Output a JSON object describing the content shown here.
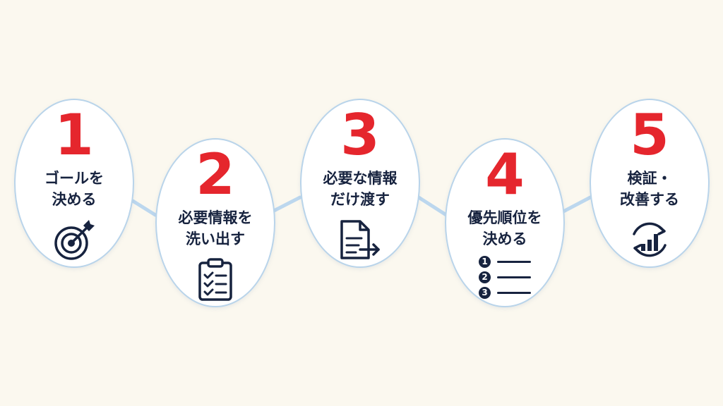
{
  "steps": [
    {
      "number": "1",
      "title": "ゴールを\n決める",
      "icon": "target-arrow-icon"
    },
    {
      "number": "2",
      "title": "必要情報を\n洗い出す",
      "icon": "clipboard-checklist-icon"
    },
    {
      "number": "3",
      "title": "必要な情報\nだけ渡す",
      "icon": "document-send-icon"
    },
    {
      "number": "4",
      "title": "優先順位を\n決める",
      "icon": "numbered-list-icon",
      "list_items": [
        "1",
        "2",
        "3"
      ]
    },
    {
      "number": "5",
      "title": "検証・\n改善する",
      "icon": "cycle-chart-icon"
    }
  ],
  "colors": {
    "background": "#fbf8ef",
    "number": "#e5262d",
    "text": "#17233f",
    "border": "#b9d4ea",
    "connector": "#bcd7ee"
  }
}
